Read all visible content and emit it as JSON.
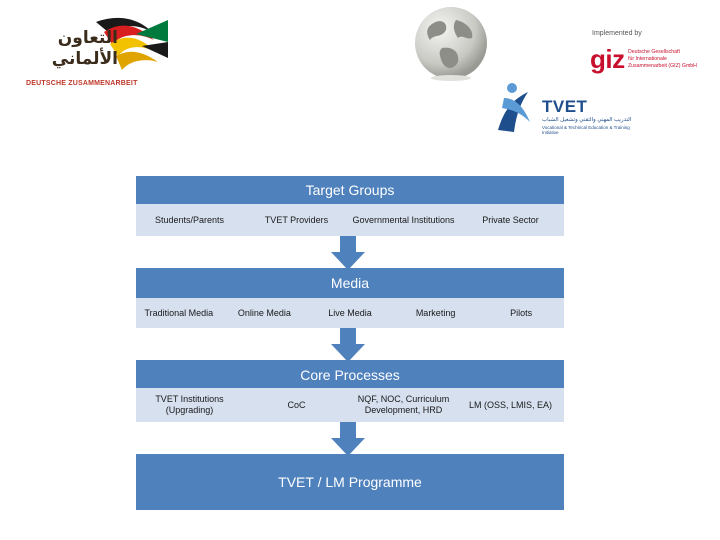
{
  "header": {
    "cooperation_logo": {
      "arabic_line1": "التعاون",
      "arabic_line2": "الألماني",
      "caption": "DEUTSCHE ZUSAMMENARBEIT"
    },
    "giz_logo": {
      "implemented_by": "Implemented by",
      "wordmark": "giz",
      "subtitle_line1": "Deutsche Gesellschaft",
      "subtitle_line2": "für Internationale",
      "subtitle_line3": "Zusammenarbeit (GIZ) GmbH"
    },
    "tvet_logo": {
      "wordmark": "TVET",
      "arabic_line": "التدريب المهني والتقني وتشغيل الشباب",
      "english_line": "Vocational & Technical Education & Training Initiative"
    }
  },
  "diagram": {
    "target_groups": {
      "title": "Target Groups",
      "items": [
        "Students/Parents",
        "TVET Providers",
        "Governmental Institutions",
        "Private Sector"
      ]
    },
    "media": {
      "title": "Media",
      "items": [
        "Traditional Media",
        "Online Media",
        "Live Media",
        "Marketing",
        "Pilots"
      ]
    },
    "core_processes": {
      "title": "Core Processes",
      "items": [
        "TVET Institutions (Upgrading)",
        "CoC",
        "NQF, NOC, Curriculum Development, HRD",
        "LM (OSS, LMIS, EA)"
      ]
    },
    "programme": {
      "title": "TVET / LM Programme"
    }
  },
  "colors": {
    "band": "#4f81bd",
    "row": "#d6e0ef",
    "giz_red": "#c8102e",
    "tvet_blue": "#1f4e8c"
  }
}
